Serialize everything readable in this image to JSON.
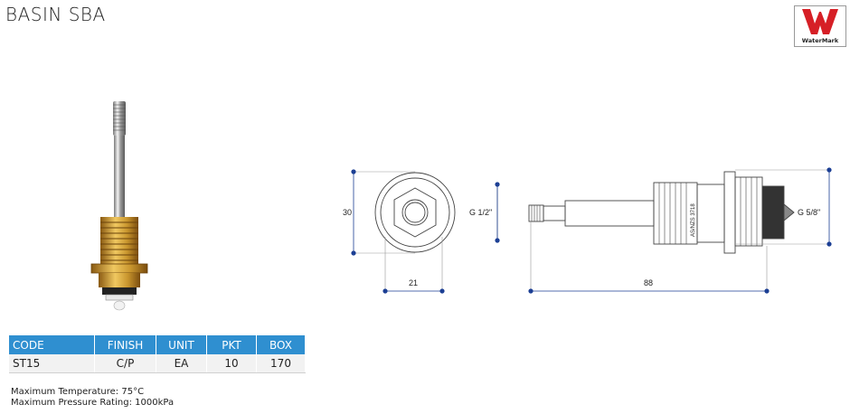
{
  "header": {
    "title": "BASIN SBA",
    "logo_text": "WaterMark"
  },
  "drawing": {
    "dim_height": "30",
    "dim_hex": "21",
    "dim_length": "88",
    "thread_left": "G 1/2\"",
    "thread_right": "G 5/8\"",
    "standard_mark": "AS/NZS 3718"
  },
  "table": {
    "headers": [
      "CODE",
      "FINISH",
      "UNIT",
      "PKT",
      "BOX"
    ],
    "rows": [
      [
        "ST15",
        "C/P",
        "EA",
        "10",
        "170"
      ]
    ]
  },
  "notes": {
    "max_temp": "Maximum Temperature: 75°C",
    "max_pressure": "Maximum Pressure Rating: 1000kPa"
  },
  "colors": {
    "table_header": "#2f8fd0",
    "logo_red": "#d61f26",
    "dimension_blue": "#1c3f94",
    "brass": "#c9962e"
  }
}
